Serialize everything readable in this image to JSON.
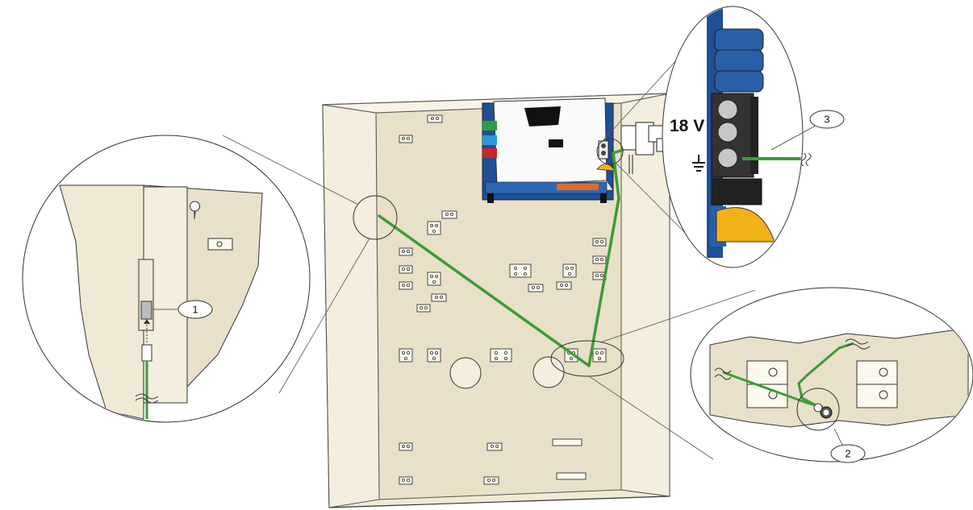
{
  "callouts": {
    "c1": "1",
    "c2": "2",
    "c3": "3"
  },
  "terminal": {
    "voltage_label": "18 V",
    "ground_symbol": "ground-icon"
  },
  "colors": {
    "enclosure_fill": "#efe9d5",
    "enclosure_back": "#e8e0c8",
    "wire_green": "#3d9b35",
    "connector_blue": "#2a5fa8",
    "connector_yellow": "#f2b21a",
    "outline": "#333333"
  }
}
